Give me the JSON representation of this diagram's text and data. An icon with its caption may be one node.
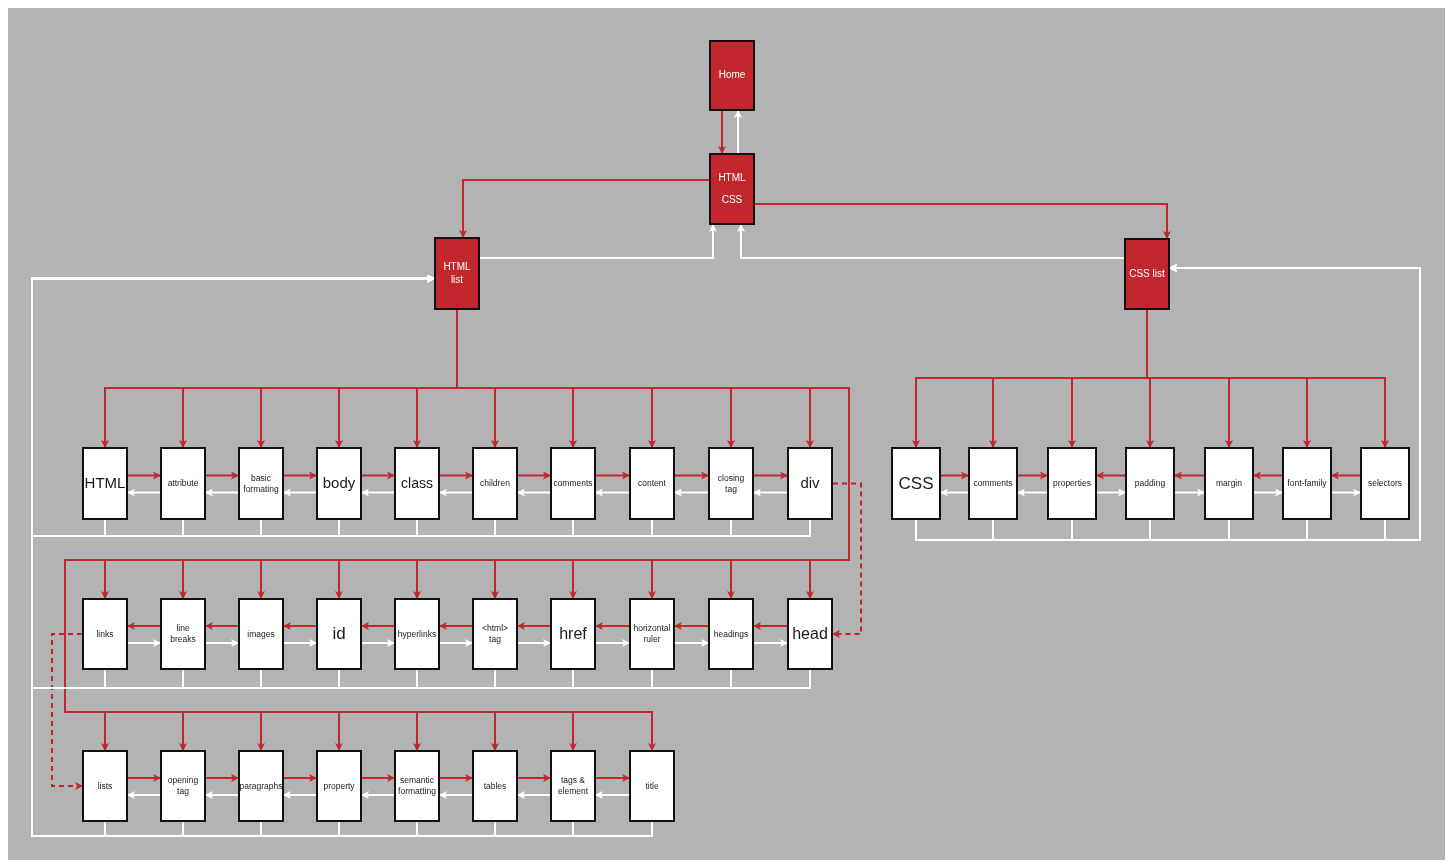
{
  "diagram": {
    "nodes": [
      {
        "text": [
          "Home"
        ]
      },
      {
        "text": [
          "HTML",
          "CSS"
        ]
      },
      {
        "text": [
          "HTML list"
        ]
      },
      {
        "text": [
          "CSS list"
        ]
      },
      {
        "text": [
          "HTML"
        ]
      },
      {
        "text": [
          "attribute"
        ]
      },
      {
        "text": [
          "basic formating"
        ]
      },
      {
        "text": [
          "body"
        ]
      },
      {
        "text": [
          "class"
        ]
      },
      {
        "text": [
          "children"
        ]
      },
      {
        "text": [
          "comments"
        ]
      },
      {
        "text": [
          "content"
        ]
      },
      {
        "text": [
          "closing tag"
        ]
      },
      {
        "text": [
          "div"
        ]
      },
      {
        "text": [
          "links"
        ]
      },
      {
        "text": [
          "line breaks"
        ]
      },
      {
        "text": [
          "images"
        ]
      },
      {
        "text": [
          "id"
        ]
      },
      {
        "text": [
          "hyperlinks"
        ]
      },
      {
        "text": [
          "<html> tag"
        ]
      },
      {
        "text": [
          "href"
        ]
      },
      {
        "text": [
          "horizontal ruler"
        ]
      },
      {
        "text": [
          "headings"
        ]
      },
      {
        "text": [
          "head"
        ]
      },
      {
        "text": [
          "lists"
        ]
      },
      {
        "text": [
          "opening tag"
        ]
      },
      {
        "text": [
          "paragraphs"
        ]
      },
      {
        "text": [
          "property"
        ]
      },
      {
        "text": [
          "semantic formatting"
        ]
      },
      {
        "text": [
          "tables"
        ]
      },
      {
        "text": [
          "tags & element"
        ]
      },
      {
        "text": [
          "title"
        ]
      },
      {
        "text": [
          "CSS"
        ]
      },
      {
        "text": [
          "comments"
        ]
      },
      {
        "text": [
          "properties"
        ]
      },
      {
        "text": [
          "padding"
        ]
      },
      {
        "text": [
          "margin"
        ]
      },
      {
        "text": [
          "font-family"
        ]
      },
      {
        "text": [
          "selectors"
        ]
      }
    ],
    "edges": [
      {
        "from": 0,
        "to": 1,
        "arrow": "to"
      },
      {
        "from": 1,
        "to": 0,
        "arrow": "to",
        "color": "#ffffff"
      },
      {
        "from": 1,
        "to": 2,
        "arrow": "to"
      },
      {
        "from": 1,
        "to": 3,
        "arrow": "to"
      },
      {
        "from": 2,
        "to": 1,
        "arrow": "to",
        "color": "#ffffff"
      },
      {
        "from": 3,
        "to": 1,
        "arrow": "to",
        "color": "#ffffff"
      },
      {
        "from": 2,
        "to": 4,
        "arrow": "to"
      },
      {
        "from": 2,
        "to": 5,
        "arrow": "to"
      },
      {
        "from": 2,
        "to": 6,
        "arrow": "to"
      },
      {
        "from": 2,
        "to": 7,
        "arrow": "to"
      },
      {
        "from": 2,
        "to": 8,
        "arrow": "to"
      },
      {
        "from": 2,
        "to": 9,
        "arrow": "to"
      },
      {
        "from": 2,
        "to": 10,
        "arrow": "to"
      },
      {
        "from": 2,
        "to": 11,
        "arrow": "to"
      },
      {
        "from": 2,
        "to": 12,
        "arrow": "to"
      },
      {
        "from": 2,
        "to": 13,
        "arrow": "to"
      },
      {
        "from": 2,
        "to": 14,
        "arrow": "to"
      },
      {
        "from": 2,
        "to": 15,
        "arrow": "to"
      },
      {
        "from": 2,
        "to": 16,
        "arrow": "to"
      },
      {
        "from": 2,
        "to": 17,
        "arrow": "to"
      },
      {
        "from": 2,
        "to": 18,
        "arrow": "to"
      },
      {
        "from": 2,
        "to": 19,
        "arrow": "to"
      },
      {
        "from": 2,
        "to": 20,
        "arrow": "to"
      },
      {
        "from": 2,
        "to": 21,
        "arrow": "to"
      },
      {
        "from": 2,
        "to": 22,
        "arrow": "to"
      },
      {
        "from": 2,
        "to": 23,
        "arrow": "to"
      },
      {
        "from": 2,
        "to": 24,
        "arrow": "to"
      },
      {
        "from": 2,
        "to": 25,
        "arrow": "to"
      },
      {
        "from": 2,
        "to": 26,
        "arrow": "to"
      },
      {
        "from": 2,
        "to": 27,
        "arrow": "to"
      },
      {
        "from": 2,
        "to": 28,
        "arrow": "to"
      },
      {
        "from": 2,
        "to": 29,
        "arrow": "to"
      },
      {
        "from": 2,
        "to": 30,
        "arrow": "to"
      },
      {
        "from": 2,
        "to": 31,
        "arrow": "to"
      },
      {
        "from": 3,
        "to": 32,
        "arrow": "to"
      },
      {
        "from": 3,
        "to": 33,
        "arrow": "to"
      },
      {
        "from": 3,
        "to": 34,
        "arrow": "to"
      },
      {
        "from": 3,
        "to": 35,
        "arrow": "to"
      },
      {
        "from": 3,
        "to": 36,
        "arrow": "to"
      },
      {
        "from": 3,
        "to": 37,
        "arrow": "to"
      },
      {
        "from": 3,
        "to": 38,
        "arrow": "to"
      },
      {
        "from": 4,
        "to": 5,
        "arrow": "to"
      },
      {
        "from": 5,
        "to": 6,
        "arrow": "to"
      },
      {
        "from": 6,
        "to": 7,
        "arrow": "to"
      },
      {
        "from": 7,
        "to": 8,
        "arrow": "to"
      },
      {
        "from": 8,
        "to": 9,
        "arrow": "to"
      },
      {
        "from": 9,
        "to": 10,
        "arrow": "to"
      },
      {
        "from": 10,
        "to": 11,
        "arrow": "to"
      },
      {
        "from": 11,
        "to": 12,
        "arrow": "to"
      },
      {
        "from": 12,
        "to": 13,
        "arrow": "to"
      },
      {
        "from": 5,
        "to": 4,
        "arrow": "to",
        "color": "#ffffff"
      },
      {
        "from": 6,
        "to": 5,
        "arrow": "to",
        "color": "#ffffff"
      },
      {
        "from": 7,
        "to": 6,
        "arrow": "to",
        "color": "#ffffff"
      },
      {
        "from": 8,
        "to": 7,
        "arrow": "to",
        "color": "#ffffff"
      },
      {
        "from": 9,
        "to": 8,
        "arrow": "to",
        "color": "#ffffff"
      },
      {
        "from": 10,
        "to": 9,
        "arrow": "to",
        "color": "#ffffff"
      },
      {
        "from": 11,
        "to": 10,
        "arrow": "to",
        "color": "#ffffff"
      },
      {
        "from": 12,
        "to": 11,
        "arrow": "to",
        "color": "#ffffff"
      },
      {
        "from": 13,
        "to": 12,
        "arrow": "to",
        "color": "#ffffff"
      },
      {
        "from": 13,
        "to": 23,
        "arrow": "to",
        "style": "dashed"
      },
      {
        "from": 15,
        "to": 14,
        "arrow": "to"
      },
      {
        "from": 16,
        "to": 15,
        "arrow": "to"
      },
      {
        "from": 17,
        "to": 16,
        "arrow": "to"
      },
      {
        "from": 18,
        "to": 17,
        "arrow": "to"
      },
      {
        "from": 19,
        "to": 18,
        "arrow": "to"
      },
      {
        "from": 20,
        "to": 19,
        "arrow": "to"
      },
      {
        "from": 21,
        "to": 20,
        "arrow": "to"
      },
      {
        "from": 22,
        "to": 21,
        "arrow": "to"
      },
      {
        "from": 23,
        "to": 22,
        "arrow": "to"
      },
      {
        "from": 14,
        "to": 15,
        "arrow": "to",
        "color": "#ffffff"
      },
      {
        "from": 15,
        "to": 16,
        "arrow": "to",
        "color": "#ffffff"
      },
      {
        "from": 16,
        "to": 17,
        "arrow": "to",
        "color": "#ffffff"
      },
      {
        "from": 17,
        "to": 18,
        "arrow": "to",
        "color": "#ffffff"
      },
      {
        "from": 18,
        "to": 19,
        "arrow": "to",
        "color": "#ffffff"
      },
      {
        "from": 19,
        "to": 20,
        "arrow": "to",
        "color": "#ffffff"
      },
      {
        "from": 20,
        "to": 21,
        "arrow": "to",
        "color": "#ffffff"
      },
      {
        "from": 21,
        "to": 22,
        "arrow": "to",
        "color": "#ffffff"
      },
      {
        "from": 22,
        "to": 23,
        "arrow": "to",
        "color": "#ffffff"
      },
      {
        "from": 14,
        "to": 24,
        "arrow": "to",
        "style": "dashed"
      },
      {
        "from": 24,
        "to": 25,
        "arrow": "to"
      },
      {
        "from": 25,
        "to": 26,
        "arrow": "to"
      },
      {
        "from": 26,
        "to": 27,
        "arrow": "to"
      },
      {
        "from": 27,
        "to": 28,
        "arrow": "to"
      },
      {
        "from": 28,
        "to": 29,
        "arrow": "to"
      },
      {
        "from": 29,
        "to": 30,
        "arrow": "to"
      },
      {
        "from": 30,
        "to": 31,
        "arrow": "to"
      },
      {
        "from": 25,
        "to": 24,
        "arrow": "to",
        "color": "#ffffff"
      },
      {
        "from": 26,
        "to": 25,
        "arrow": "to",
        "color": "#ffffff"
      },
      {
        "from": 27,
        "to": 26,
        "arrow": "to",
        "color": "#ffffff"
      },
      {
        "from": 28,
        "to": 27,
        "arrow": "to",
        "color": "#ffffff"
      },
      {
        "from": 29,
        "to": 28,
        "arrow": "to",
        "color": "#ffffff"
      },
      {
        "from": 30,
        "to": 29,
        "arrow": "to",
        "color": "#ffffff"
      },
      {
        "from": 31,
        "to": 30,
        "arrow": "to",
        "color": "#ffffff"
      },
      {
        "from": 32,
        "to": 33,
        "arrow": "to"
      },
      {
        "from": 33,
        "to": 34,
        "arrow": "to"
      },
      {
        "from": 35,
        "to": 34,
        "arrow": "to"
      },
      {
        "from": 36,
        "to": 35,
        "arrow": "to"
      },
      {
        "from": 37,
        "to": 36,
        "arrow": "to"
      },
      {
        "from": 38,
        "to": 37,
        "arrow": "to"
      },
      {
        "from": 33,
        "to": 32,
        "arrow": "to",
        "color": "#ffffff"
      },
      {
        "from": 34,
        "to": 33,
        "arrow": "to",
        "color": "#ffffff"
      },
      {
        "from": 34,
        "to": 35,
        "arrow": "to",
        "color": "#ffffff"
      },
      {
        "from": 35,
        "to": 36,
        "arrow": "to",
        "color": "#ffffff"
      },
      {
        "from": 36,
        "to": 37,
        "arrow": "to",
        "color": "#ffffff"
      },
      {
        "from": 37,
        "to": 38,
        "arrow": "to",
        "color": "#ffffff"
      },
      {
        "from": 4,
        "to": 2,
        "arrow": "to",
        "color": "#ffffff"
      },
      {
        "from": 5,
        "to": 2,
        "arrow": "to",
        "color": "#ffffff"
      },
      {
        "from": 6,
        "to": 2,
        "arrow": "to",
        "color": "#ffffff"
      },
      {
        "from": 7,
        "to": 2,
        "arrow": "to",
        "color": "#ffffff"
      },
      {
        "from": 8,
        "to": 2,
        "arrow": "to",
        "color": "#ffffff"
      },
      {
        "from": 9,
        "to": 2,
        "arrow": "to",
        "color": "#ffffff"
      },
      {
        "from": 10,
        "to": 2,
        "arrow": "to",
        "color": "#ffffff"
      },
      {
        "from": 11,
        "to": 2,
        "arrow": "to",
        "color": "#ffffff"
      },
      {
        "from": 12,
        "to": 2,
        "arrow": "to",
        "color": "#ffffff"
      },
      {
        "from": 13,
        "to": 2,
        "arrow": "to",
        "color": "#ffffff"
      },
      {
        "from": 14,
        "to": 2,
        "arrow": "to",
        "color": "#ffffff"
      },
      {
        "from": 15,
        "to": 2,
        "arrow": "to",
        "color": "#ffffff"
      },
      {
        "from": 16,
        "to": 2,
        "arrow": "to",
        "color": "#ffffff"
      },
      {
        "from": 17,
        "to": 2,
        "arrow": "to",
        "color": "#ffffff"
      },
      {
        "from": 18,
        "to": 2,
        "arrow": "to",
        "color": "#ffffff"
      },
      {
        "from": 19,
        "to": 2,
        "arrow": "to",
        "color": "#ffffff"
      },
      {
        "from": 20,
        "to": 2,
        "arrow": "to",
        "color": "#ffffff"
      },
      {
        "from": 21,
        "to": 2,
        "arrow": "to",
        "color": "#ffffff"
      },
      {
        "from": 22,
        "to": 2,
        "arrow": "to",
        "color": "#ffffff"
      },
      {
        "from": 23,
        "to": 2,
        "arrow": "to",
        "color": "#ffffff"
      },
      {
        "from": 24,
        "to": 2,
        "arrow": "to",
        "color": "#ffffff"
      },
      {
        "from": 25,
        "to": 2,
        "arrow": "to",
        "color": "#ffffff"
      },
      {
        "from": 26,
        "to": 2,
        "arrow": "to",
        "color": "#ffffff"
      },
      {
        "from": 27,
        "to": 2,
        "arrow": "to",
        "color": "#ffffff"
      },
      {
        "from": 28,
        "to": 2,
        "arrow": "to",
        "color": "#ffffff"
      },
      {
        "from": 29,
        "to": 2,
        "arrow": "to",
        "color": "#ffffff"
      },
      {
        "from": 30,
        "to": 2,
        "arrow": "to",
        "color": "#ffffff"
      },
      {
        "from": 31,
        "to": 2,
        "arrow": "to",
        "color": "#ffffff"
      },
      {
        "from": 32,
        "to": 3,
        "arrow": "to",
        "color": "#ffffff"
      },
      {
        "from": 33,
        "to": 3,
        "arrow": "to",
        "color": "#ffffff"
      },
      {
        "from": 34,
        "to": 3,
        "arrow": "to",
        "color": "#ffffff"
      },
      {
        "from": 35,
        "to": 3,
        "arrow": "to",
        "color": "#ffffff"
      },
      {
        "from": 36,
        "to": 3,
        "arrow": "to",
        "color": "#ffffff"
      },
      {
        "from": 37,
        "to": 3,
        "arrow": "to",
        "color": "#ffffff"
      },
      {
        "from": 38,
        "to": 3,
        "arrow": "to",
        "color": "#ffffff"
      }
    ]
  }
}
